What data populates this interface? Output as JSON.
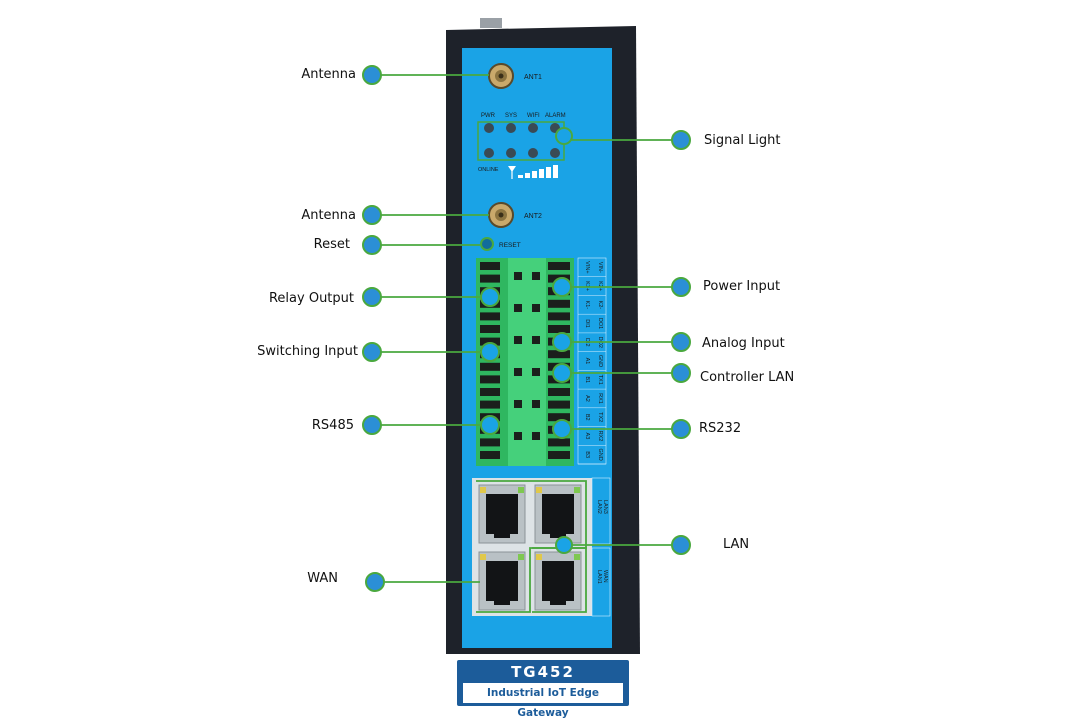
{
  "callouts": [
    {
      "id": "antenna-1",
      "label": "Antenna",
      "side": "left"
    },
    {
      "id": "signal-light",
      "label": "Signal Light",
      "side": "right"
    },
    {
      "id": "antenna-2",
      "label": "Antenna",
      "side": "left"
    },
    {
      "id": "reset",
      "label": "Reset",
      "side": "left"
    },
    {
      "id": "relay-output",
      "label": "Relay Output",
      "side": "left"
    },
    {
      "id": "power-input",
      "label": "Power Input",
      "side": "right"
    },
    {
      "id": "switching-input",
      "label": "Switching Input",
      "side": "left"
    },
    {
      "id": "analog-input",
      "label": "Analog Input",
      "side": "right"
    },
    {
      "id": "controller-lan",
      "label": "Controller LAN",
      "side": "right"
    },
    {
      "id": "rs485",
      "label": "RS485",
      "side": "left"
    },
    {
      "id": "rs232",
      "label": "RS232",
      "side": "right"
    },
    {
      "id": "lan",
      "label": "LAN",
      "side": "right"
    },
    {
      "id": "wan",
      "label": "WAN",
      "side": "left"
    }
  ],
  "device": {
    "model": "TG452",
    "subtitle": "Industrial IoT Edge Gateway",
    "ant1_label": "ANT1",
    "ant2_label": "ANT2",
    "reset_label": "RESET",
    "led_labels": [
      "PWR",
      "SYS",
      "WIFI",
      "ALARM"
    ],
    "online_label": "ONLINE",
    "terminal_labels": [
      "VIN+",
      "K1+",
      "K1-",
      "DI1",
      "DI2",
      "A1",
      "B1",
      "A2",
      "B2",
      "A3",
      "B3"
    ],
    "terminal_labels_right": [
      "VIN-",
      "K2+",
      "K2-",
      "DO1",
      "DO2",
      "GND",
      "TX1",
      "RX1",
      "TX2",
      "RX2",
      "GND"
    ],
    "port_labels": [
      "LAN2",
      "LAN3",
      "LAN1",
      "WAN"
    ]
  },
  "colors": {
    "panel_blue": "#1aa3e6",
    "housing": "#1e222a",
    "callout_dot": "#2b8fd6",
    "leader_green": "#4aa83f",
    "terminal_green": "#3ec46d",
    "title_blue": "#1c5c9a"
  }
}
